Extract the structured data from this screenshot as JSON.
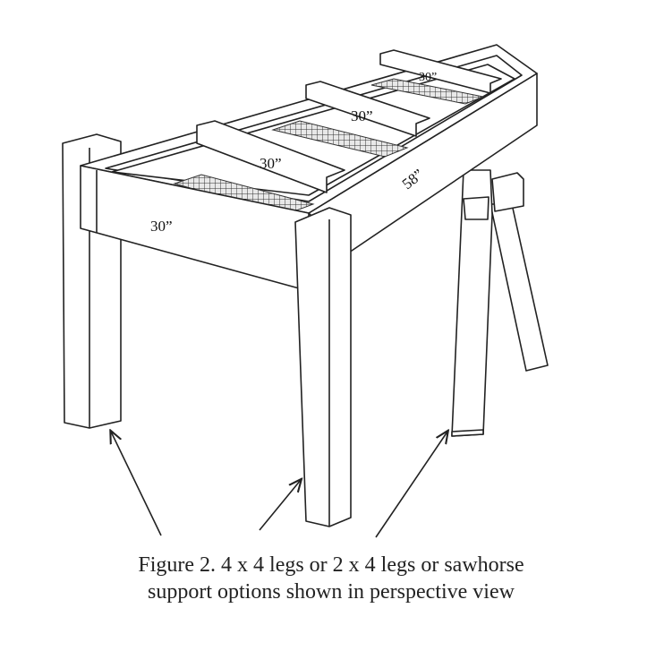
{
  "figure": {
    "dimensions": {
      "front_section": "30”",
      "middle_section": "30”",
      "middle_section_2": "30”",
      "back_section": "30”",
      "length": "58”"
    },
    "caption_line1": "Figure 2.  4 x 4 legs or 2 x 4 legs or sawhorse",
    "caption_line2": "support options shown in perspective view"
  }
}
